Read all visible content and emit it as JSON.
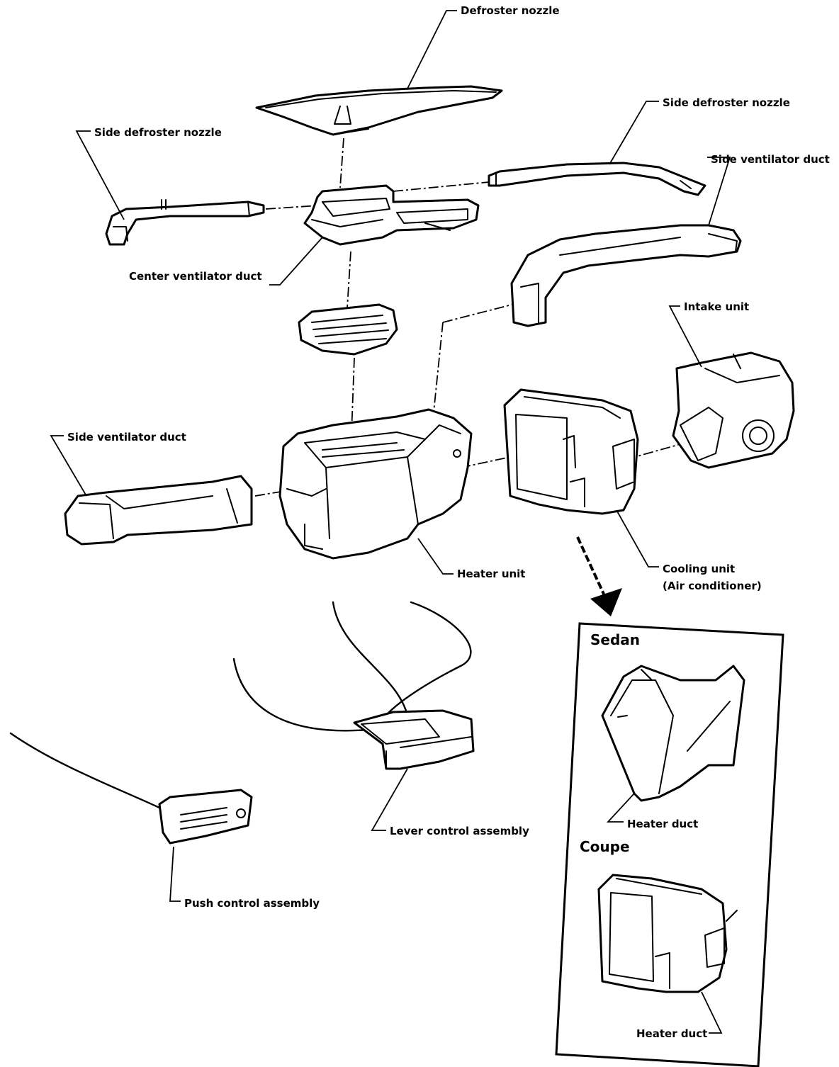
{
  "labels": {
    "defroster_nozzle": "Defroster nozzle",
    "side_defroster_nozzle_left": "Side defroster nozzle",
    "side_defroster_nozzle_right": "Side defroster nozzle",
    "side_ventilator_duct_right": "Side ventilator duct",
    "side_ventilator_duct_left": "Side ventilator duct",
    "center_ventilator_duct": "Center ventilator duct",
    "intake_unit": "Intake unit",
    "heater_unit": "Heater unit",
    "cooling_unit_line1": "Cooling unit",
    "cooling_unit_line2": "(Air conditioner)",
    "lever_control_assembly": "Lever control assembly",
    "push_control_assembly": "Push control assembly"
  },
  "inset": {
    "sedan_heading": "Sedan",
    "sedan_part_label": "Heater duct",
    "coupe_heading": "Coupe",
    "coupe_part_label": "Heater duct"
  }
}
